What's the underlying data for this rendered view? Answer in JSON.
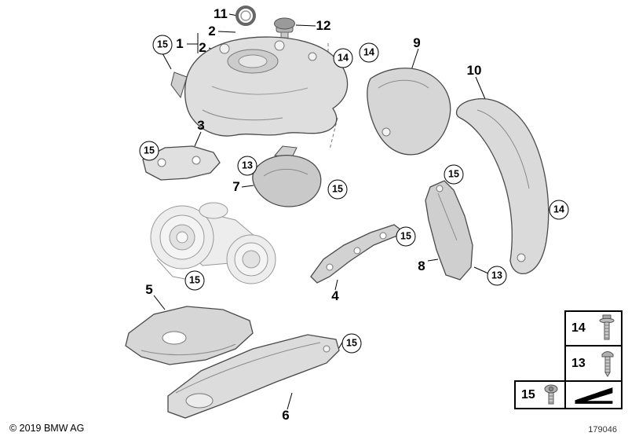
{
  "diagram": {
    "kind": "exploded-parts-diagram",
    "line_color": "#4a4a4a",
    "part_fill": "#d8d8d8"
  },
  "callouts": {
    "plain": [
      {
        "label": "11"
      },
      {
        "label": "2"
      },
      {
        "label": "12"
      },
      {
        "label": "1"
      },
      {
        "label": "2"
      },
      {
        "label": "9"
      },
      {
        "label": "10"
      },
      {
        "label": "3"
      },
      {
        "label": "7"
      },
      {
        "label": "8"
      },
      {
        "label": "5"
      },
      {
        "label": "4"
      },
      {
        "label": "6"
      }
    ],
    "circled": [
      {
        "label": "15"
      },
      {
        "label": "14"
      },
      {
        "label": "14"
      },
      {
        "label": "15"
      },
      {
        "label": "13"
      },
      {
        "label": "15"
      },
      {
        "label": "15"
      },
      {
        "label": "14"
      },
      {
        "label": "15"
      },
      {
        "label": "13"
      },
      {
        "label": "15"
      },
      {
        "label": "15"
      }
    ]
  },
  "legend": {
    "items": [
      {
        "label": "14",
        "icon": "flange-bolt-icon"
      },
      {
        "label": "13",
        "icon": "pan-head-screw-icon"
      },
      {
        "label": "15",
        "icon": "torx-screw-icon"
      }
    ],
    "arrow_icon": "direction-wedge-icon"
  },
  "footer": {
    "copyright": "© 2019 BMW AG",
    "diagram_number": "179046"
  }
}
